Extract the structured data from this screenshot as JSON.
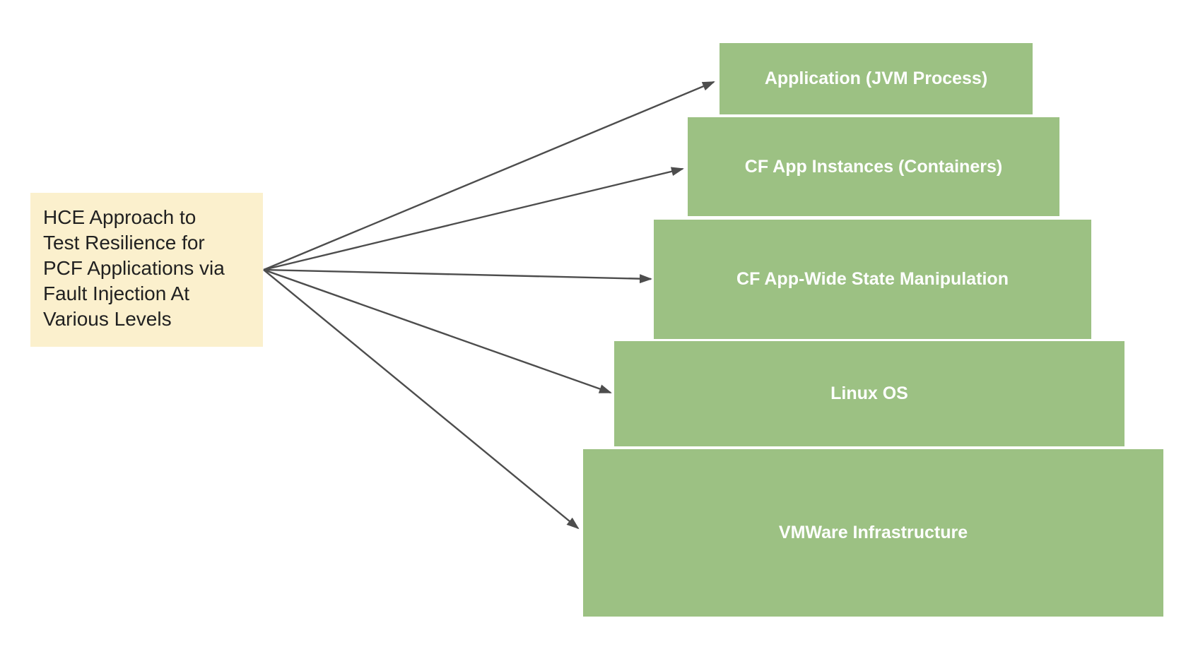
{
  "diagram": {
    "title": "HCE fault injection levels diagram",
    "source_note": {
      "text": "HCE Approach to Test Resilience for PCF Applications via Fault Injection At Various Levels",
      "lines": [
        "HCE Approach to",
        "Test Resilience for",
        "PCF Applications via",
        "Fault Injection At",
        "Various Levels"
      ]
    },
    "levels": [
      {
        "label": "Application (JVM Process)"
      },
      {
        "label": "CF App Instances (Containers)"
      },
      {
        "label": "CF App-Wide State Manipulation"
      },
      {
        "label": "Linux OS"
      },
      {
        "label": "VMWare Infrastructure"
      }
    ],
    "colors": {
      "level_box_fill": "#9CC183",
      "level_box_text": "#FFFFFF",
      "source_box_fill": "#FBF0CD",
      "source_box_text": "#212121",
      "arrow": "#4D4D4D",
      "background": "#FFFFFF"
    }
  }
}
